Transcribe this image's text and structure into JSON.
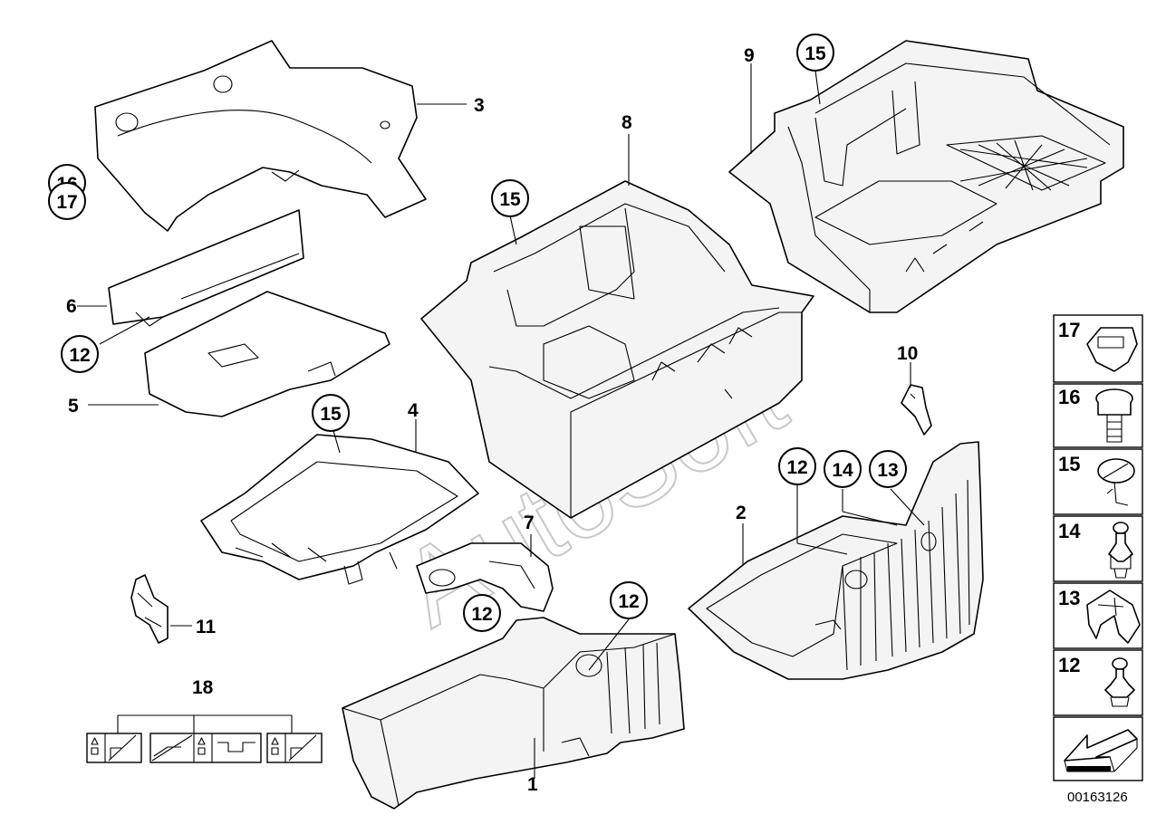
{
  "diagram": {
    "watermark": "AutoSoft",
    "document_number": "00163126",
    "callouts": {
      "c1": "1",
      "c2": "2",
      "c3": "3",
      "c4": "4",
      "c5": "5",
      "c6": "6",
      "c7": "7",
      "c8": "8",
      "c9": "9",
      "c10": "10",
      "c11": "11",
      "c12a": "12",
      "c12b": "12",
      "c12c": "12",
      "c12d": "12",
      "c13": "13",
      "c14": "14",
      "c15a": "15",
      "c15b": "15",
      "c15c": "15",
      "c16": "16",
      "c17": "17",
      "c18": "18"
    },
    "legend": [
      "17",
      "16",
      "15",
      "14",
      "13",
      "12"
    ]
  }
}
